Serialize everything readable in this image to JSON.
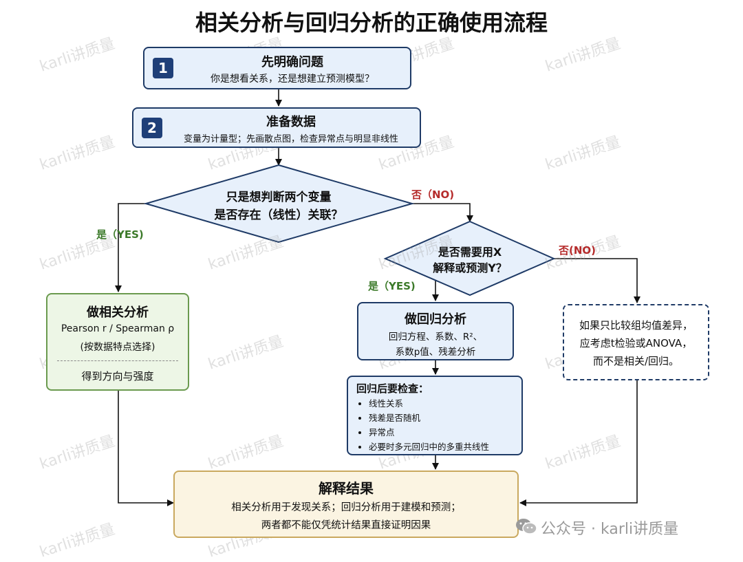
{
  "title": "相关分析与回归分析的正确使用流程",
  "watermark_text": "karli讲质量",
  "step1": {
    "number": "1",
    "title": "先明确问题",
    "desc": "你是想看关系，还是想建立预测模型？"
  },
  "step2": {
    "number": "2",
    "title": "准备数据",
    "desc": "变量为计量型；先画散点图，检查异常点与明显非线性"
  },
  "decision1": {
    "line1": "只是想判断两个变量",
    "line2": "是否存在（线性）关联？",
    "yes_label": "是（YES)",
    "no_label": "否（NO)"
  },
  "decision2": {
    "line1": "是否需要用X",
    "line2": "解释或预测Y？",
    "yes_label": "是（YES)",
    "no_label": "否(NO)"
  },
  "correlation": {
    "title": "做相关分析",
    "line1": "Pearson r / Spearman ρ",
    "line2": "(按数据特点选择)",
    "line3": "得到方向与强度"
  },
  "regression": {
    "title": "做回归分析",
    "line1": "回归方程、系数、R²、",
    "line2": "系数p值、残差分析"
  },
  "post_check": {
    "title": "回归后要检查：",
    "items": [
      "线性关系",
      "残差是否随机",
      "异常点",
      "必要时多元回归中的多重共线性"
    ]
  },
  "alternative": {
    "line1": "如果只比较组均值差异，",
    "line2": "应考虑t检验或ANOVA，",
    "line3": "而不是相关/回归。"
  },
  "interpret": {
    "title": "解释结果",
    "line1": "相关分析用于发现关系；回归分析用于建模和预测；",
    "line2": "两者都不能仅凭统计结果直接证明因果"
  },
  "footer": {
    "text": "公众号 · karli讲质量"
  }
}
